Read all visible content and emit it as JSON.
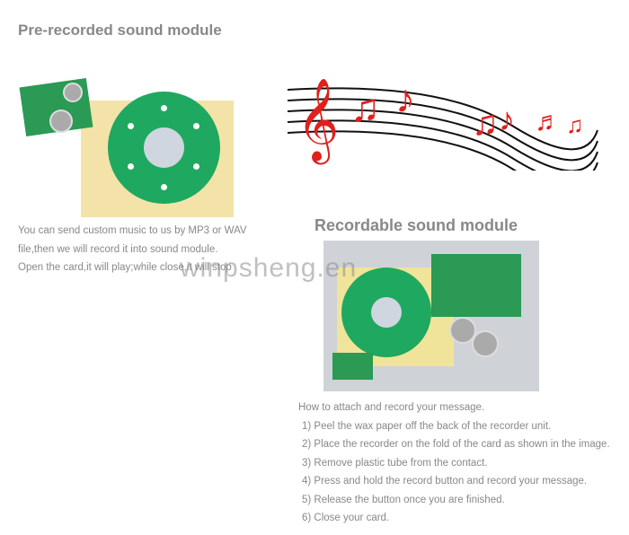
{
  "prerecorded": {
    "title": "Pre-recorded sound module",
    "lines": [
      "You can send custom music to us by MP3 or WAV",
      "file,then we will record it into sound module.",
      "Open the card,it will play;while close,it will stop"
    ]
  },
  "recordable": {
    "title": "Recordable sound module"
  },
  "instructions": {
    "heading": "How to attach and record your message.",
    "steps": [
      "1) Peel the wax paper off the back of the recorder unit.",
      "2) Place the recorder on the fold of the card as shown in the image.",
      "3) Remove plastic tube from the contact.",
      "4) Press and hold the record button and record your message.",
      "5) Release the button once you are finished.",
      "6) Close your card."
    ]
  },
  "watermark": "winpsheng.en",
  "colors": {
    "speaker": "#1fa860",
    "notes": "#e0201c",
    "pad": "#f0e49a"
  }
}
